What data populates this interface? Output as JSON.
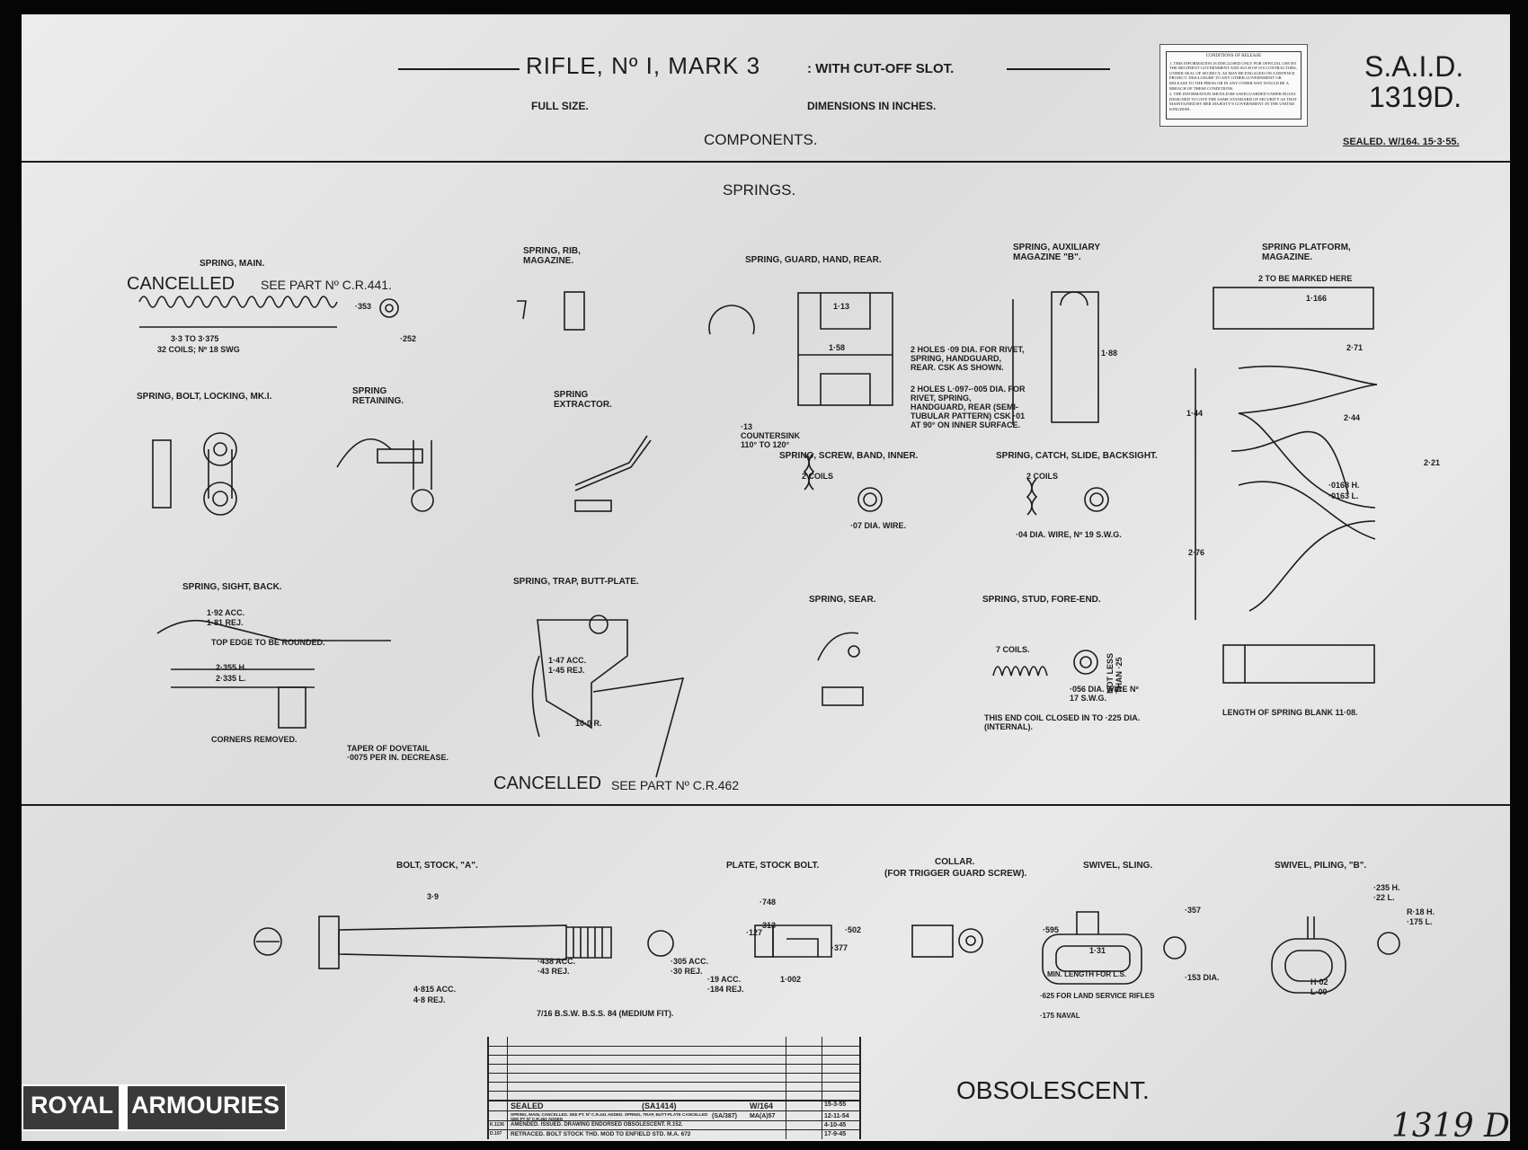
{
  "header": {
    "title": "RIFLE, Nº I, MARK 3",
    "subtitle": ": WITH CUT-OFF SLOT.",
    "scale": "FULL SIZE.",
    "units": "DIMENSIONS IN INCHES.",
    "section": "COMPONENTS.",
    "drawing_ref_1": "S.A.I.D.",
    "drawing_ref_2": "1319D.",
    "sealed": "SEALED.  W/164.  15·3·55."
  },
  "conditions": {
    "heading": "CONDITIONS OF RELEASE",
    "clause_1": "1. THIS INFORMATION IS DISCLOSED ONLY FOR OFFICIAL USE BY THE RECIPIENT GOVERNMENT AND SUCH OF ITS CONTRACTORS, UNDER SEAL OF SECRECY, AS MAY BE ENGAGED ON A DEFENCE PROJECT. DISCLOSURE TO ANY OTHER GOVERNMENT OR RELEASE TO THE PRESS OR IN ANY OTHER WAY WOULD BE A BREACH OF THESE CONDITIONS.",
    "clause_2": "2. THE INFORMATION SHOULD BE SAFEGUARDED UNDER RULES DESIGNED TO GIVE THE SAME STANDARD OF SECURITY AS THAT MAINTAINED BY HER MAJESTY'S GOVERNMENT IN THE UNITED KINGDOM."
  },
  "springs_heading": "SPRINGS.",
  "parts": [
    "SPRING, MAIN.",
    "SPRING, RIB, MAGAZINE.",
    "SPRING, GUARD, HAND, REAR.",
    "SPRING, AUXILIARY MAGAZINE \"B\".",
    "SPRING PLATFORM, MAGAZINE.",
    "SPRING, BOLT, LOCKING, MK.I.",
    "SPRING RETAINING.",
    "SPRING EXTRACTOR.",
    "SPRING, SCREW, BAND, INNER.",
    "SPRING, CATCH, SLIDE, BACKSIGHT.",
    "SPRING, SIGHT, BACK.",
    "SPRING, TRAP, BUTT-PLATE.",
    "SPRING, SEAR.",
    "SPRING, STUD, FORE-END.",
    "BOLT, STOCK, \"A\".",
    "PLATE, STOCK BOLT.",
    "COLLAR.",
    "(FOR TRIGGER GUARD SCREW).",
    "SWIVEL, SLING.",
    "SWIVEL, PILING, \"B\"."
  ],
  "cancelled": [
    {
      "word": "CANCELLED",
      "ref": "SEE PART Nº C.R.441."
    },
    {
      "word": "CANCELLED",
      "ref": "SEE PART Nº C.R.462"
    }
  ],
  "notes": [
    "3·3 TO 3·375",
    "32 COILS; Nº 18 SWG",
    "2 TO BE MARKED HERE",
    "2 HOLES ·09 DIA. FOR RIVET, SPRING, HANDGUARD, REAR. CSK AS SHOWN.",
    "2 HOLES L·097-·005 DIA. FOR RIVET, SPRING, HANDGUARD, REAR (SEMI-TUBULAR PATTERN) CSK ·01 AT 90° ON INNER SURFACE.",
    "·13 COUNTERSINK 110° TO 120°",
    "2 COILS",
    "·07 DIA. WIRE.",
    "·04 DIA. WIRE, Nº 19 S.W.G.",
    "TOP EDGE TO BE ROUNDED.",
    "CORNERS REMOVED.",
    "TAPER OF DOVETAIL ·0075 PER IN. DECREASE.",
    "7 COILS.",
    "·056 DIA. WIRE Nº 17 S.W.G.",
    "NOT LESS THAN ·25",
    "THIS END COIL CLOSED IN TO ·225 DIA. (INTERNAL).",
    "LENGTH OF SPRING BLANK 11·08.",
    "7/16 B.S.W. B.S.S. 84 (MEDIUM FIT).",
    "MIN. LENGTH FOR L.S.",
    "·625 FOR LAND SERVICE RIFLES",
    "·175 NAVAL"
  ],
  "dimensions": [
    "·252",
    "·353",
    "1·13",
    "1·58",
    "1·88",
    "2·71",
    "1·166",
    "1·44",
    "2·44",
    "2·21",
    "2·76",
    "·0168 H.",
    "·0163 L.",
    "1·92 ACC.",
    "1·81 REJ.",
    "2·355 H.",
    "2·335 L.",
    "1·47 ACC.",
    "1·45 REJ.",
    "10·0 R.",
    "3·9",
    "4·815 ACC.",
    "4·8 REJ.",
    "·438 ACC.",
    "·43 REJ.",
    "·305 ACC.",
    "·30 REJ.",
    "·19 ACC.",
    "·184 REJ.",
    "·748",
    "·313",
    "1·002",
    "·127",
    "·502",
    "·377",
    "·595",
    "1·31",
    "·357",
    "·153 DIA.",
    "·235 H.",
    "·22 L.",
    "R·18 H.",
    "·175 L.",
    "H·02",
    "L·00"
  ],
  "title_block": {
    "rows": [
      {
        "ref": "",
        "text": "SEALED",
        "auth": "(SA1414)",
        "no": "W/164",
        "date": "15-3-55"
      },
      {
        "ref": "",
        "text": "SPRING, MAIN, CANCELLED. SEE PT. Nº C.R.441 ADDED. SPRING, TRAP, BUTT-PLATE CANCELLED SEE PT Nº C.R.462 ADDED",
        "auth": "(SA/387)",
        "no": "MA(A)57",
        "date": "12-11-54"
      },
      {
        "ref": "K.1136",
        "text": "AMENDED. ISSUED. DRAWING ENDORSED OBSOLESCENT. R.152.",
        "auth": "",
        "no": "",
        "date": "4-10-45"
      },
      {
        "ref": "D.107",
        "text": "RETRACED. BOLT STOCK THD. MOD TO ENFIELD STD. M.A. 672",
        "auth": "",
        "no": "",
        "date": "17-9-45"
      }
    ]
  },
  "status_stamp": "OBSOLESCENT.",
  "sheet_number": "1319 D",
  "logo": {
    "left": "ROYAL",
    "right": "ARMOURIES"
  }
}
